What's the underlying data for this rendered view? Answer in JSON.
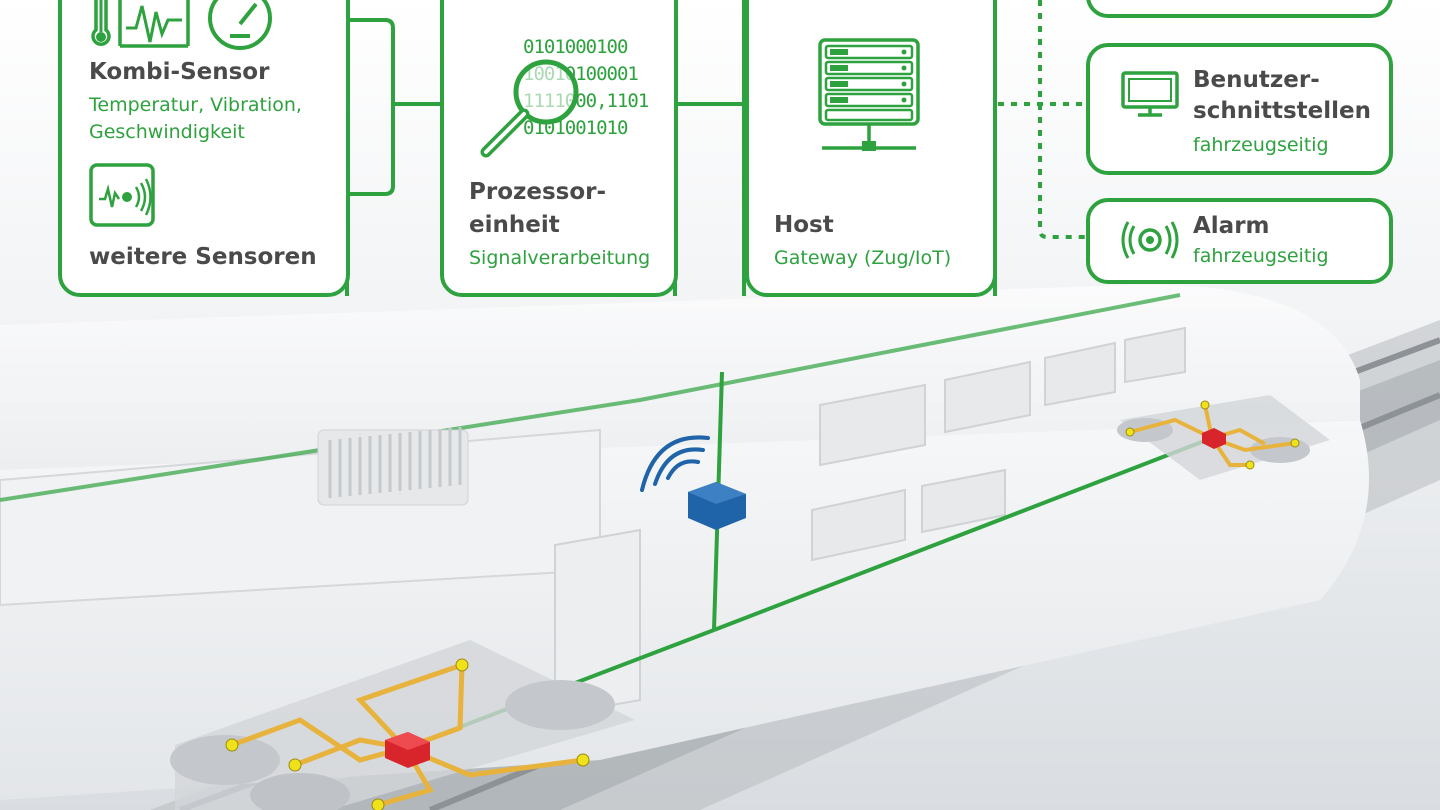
{
  "colors": {
    "accent": "#2ea23f",
    "title_text": "#4a4a4a",
    "module_blue": "#1f63a8",
    "module_red": "#d8242b",
    "sensor_line": "#e8b33c"
  },
  "cards": {
    "kombi": {
      "title": "Kombi-Sensor",
      "sub1": "Temperatur, Vibration,",
      "sub2": "Geschwindigkeit",
      "more": "weitere Sensoren"
    },
    "prozessor": {
      "title1": "Prozessor-",
      "title2": "einheit",
      "sub": "Signalverarbeitung",
      "binary": [
        "0101000100",
        "10010100001",
        "1111000,1101",
        "0101001010"
      ]
    },
    "host": {
      "title": "Host",
      "sub": "Gateway (Zug/IoT)"
    },
    "benutzer": {
      "title1": "Benutzer-",
      "title2": "schnittstellen",
      "sub": "fahrzeugseitig"
    },
    "alarm": {
      "title": "Alarm",
      "sub": "fahrzeugseitig"
    }
  },
  "icons": [
    "thermometer-icon",
    "vibration-icon",
    "gauge-icon",
    "sensor-icon",
    "magnifier-icon",
    "server-icon",
    "monitor-icon",
    "alarm-icon"
  ]
}
